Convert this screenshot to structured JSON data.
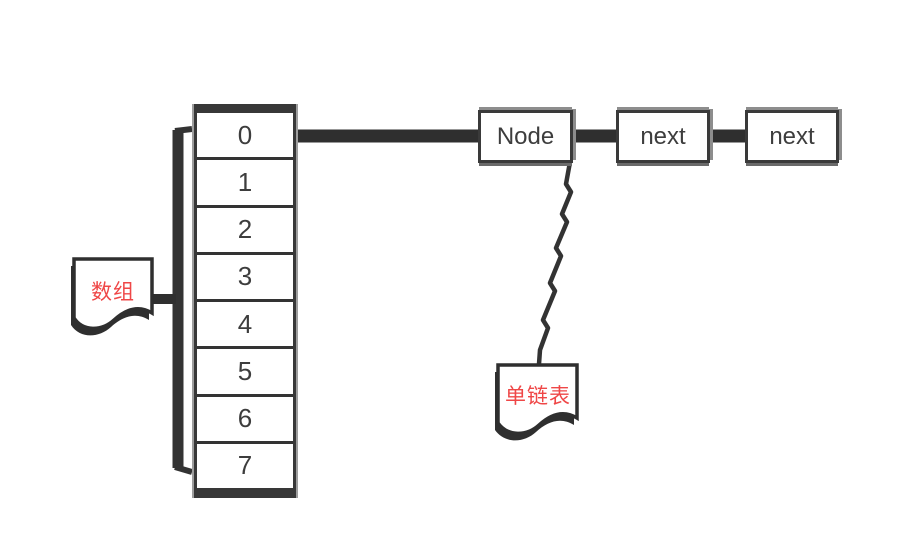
{
  "diagram": {
    "array": {
      "label": "数组",
      "cells": [
        "0",
        "1",
        "2",
        "3",
        "4",
        "5",
        "6",
        "7"
      ]
    },
    "linked_list": {
      "label": "单链表",
      "nodes": [
        {
          "label": "Node"
        },
        {
          "label": "next"
        },
        {
          "label": "next"
        }
      ]
    },
    "icons": {
      "array_callout": "document-shape-icon",
      "list_callout": "document-shape-icon",
      "bracket": "square-bracket",
      "list_link": "zigzag-connector"
    },
    "colors": {
      "line": "#2f2f2f",
      "border": "#3a3a3a",
      "shadow": "#8d8d8d",
      "text": "#3d3d3d",
      "accent_red": "#ef4747",
      "fill": "#ffffff"
    }
  }
}
